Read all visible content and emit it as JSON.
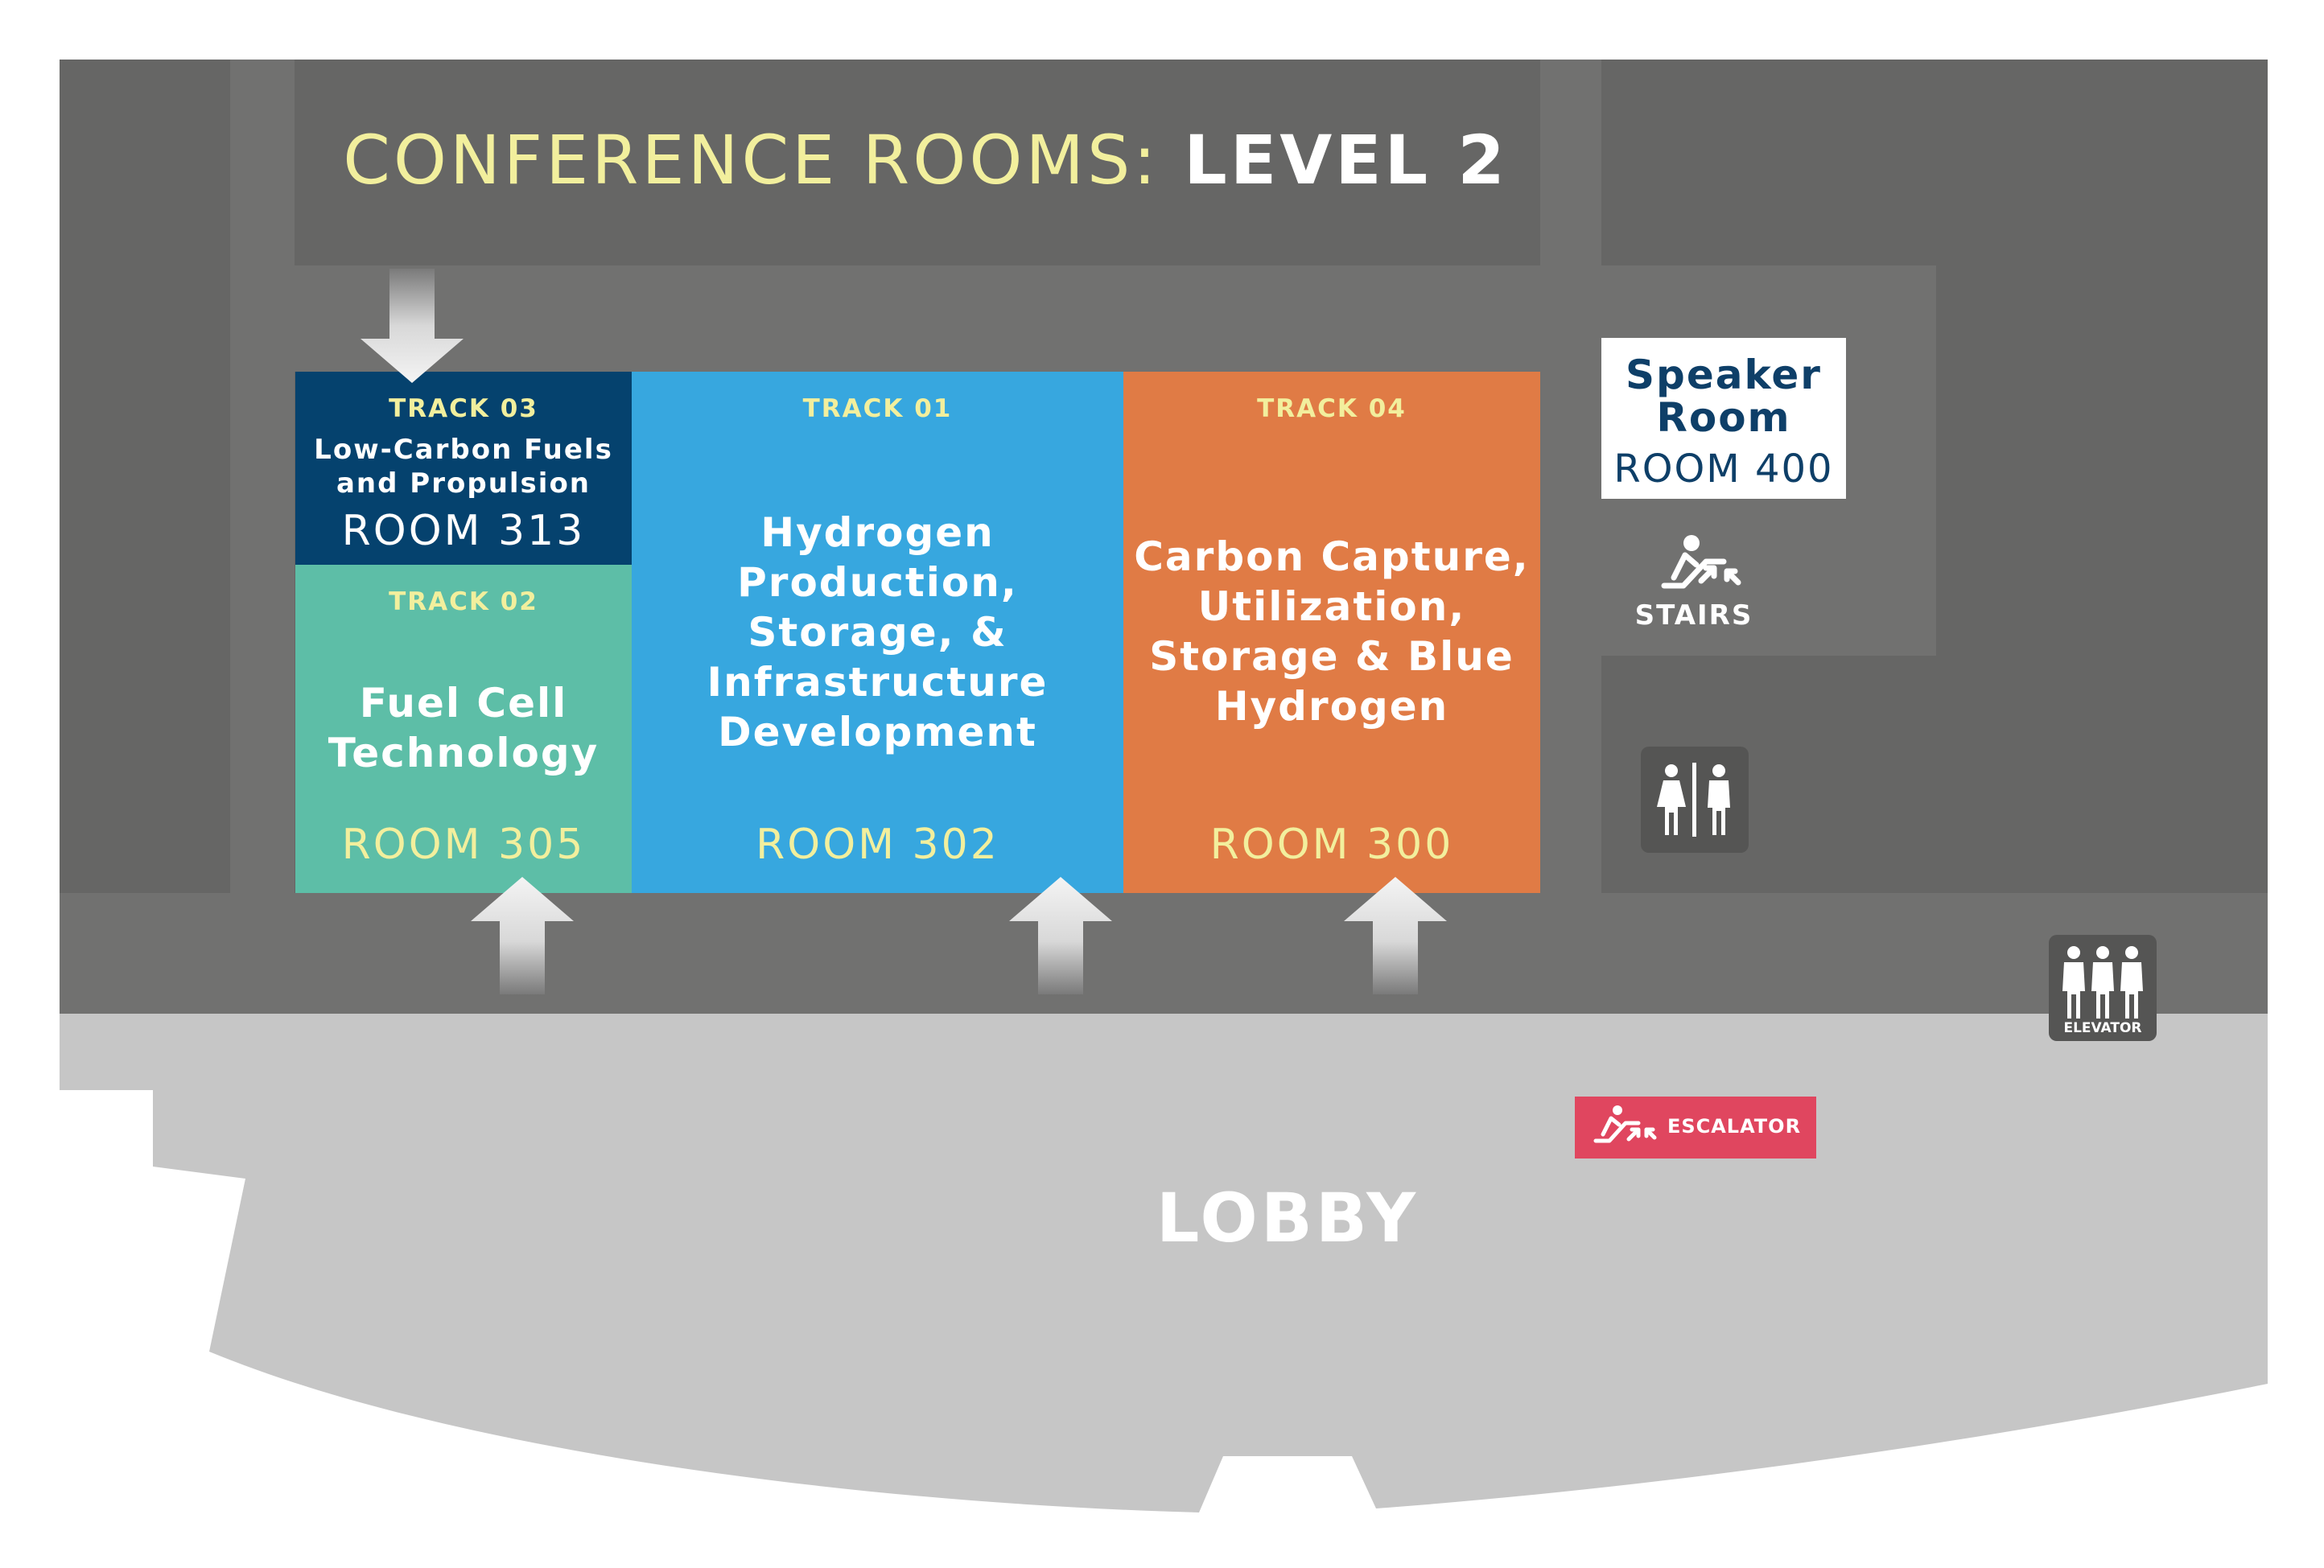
{
  "title": {
    "prefix": "CONFERENCE ROOMS: ",
    "level": "LEVEL 2"
  },
  "rooms": {
    "r313": {
      "track": "TRACK 03",
      "name_line1": "Low-Carbon Fuels",
      "name_line2": "and Propulsion",
      "number": "ROOM 313",
      "color": "#05426e"
    },
    "r305": {
      "track": "TRACK 02",
      "name_line1": "Fuel Cell",
      "name_line2": "Technology",
      "number": "ROOM 305",
      "color": "#5dbea7"
    },
    "r302": {
      "track": "TRACK 01",
      "name_line1": "Hydrogen",
      "name_line2": "Production,",
      "name_line3": "Storage, &",
      "name_line4": "Infrastructure",
      "name_line5": "Development",
      "number": "ROOM 302",
      "color": "#37a7df"
    },
    "r300": {
      "track": "TRACK 04",
      "name_line1": "Carbon Capture,",
      "name_line2": "Utilization,",
      "name_line3": "Storage & Blue",
      "name_line4": "Hydrogen",
      "number": "ROOM 300",
      "color": "#e07b45"
    },
    "r400": {
      "name_line1": "Speaker",
      "name_line2": "Room",
      "number": "ROOM 400"
    }
  },
  "amenities": {
    "stairs": "STAIRS",
    "elevator": "ELEVATOR",
    "escalator": "ESCALATOR",
    "restroom_icon": "restroom-icon"
  },
  "lobby": "LOBBY",
  "colors": {
    "building_dark": "#666665",
    "corridor": "#717170",
    "lobby": "#c6c6c6",
    "escalator_accent": "#e0465f",
    "title_yellow": "#f2ef9d"
  }
}
